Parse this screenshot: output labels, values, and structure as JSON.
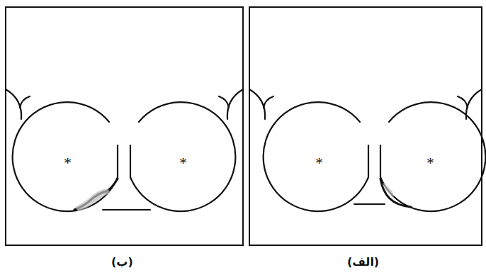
{
  "diagram": {
    "labels": [
      "*",
      "*",
      "*",
      "*",
      "(ب)",
      "(الف)"
    ]
  }
}
